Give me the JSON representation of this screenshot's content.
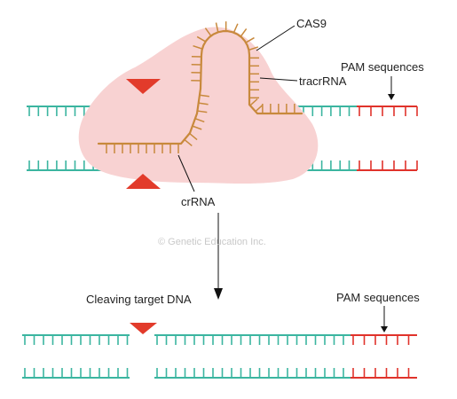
{
  "labels": {
    "cas9": "CAS9",
    "tracr_rna": "tracrRNA",
    "pam_top": "PAM sequences",
    "cr_rna": "crRNA",
    "cleaving": "Cleaving target DNA",
    "pam_bottom": "PAM sequences"
  },
  "watermark": "© Genetic Education Inc.",
  "colors": {
    "dna_strand": "#3bb5a0",
    "pam": "#e0332b",
    "rna": "#c8893c",
    "cas9_blob": "#f8d2d2",
    "marker": "#e23b2b",
    "arrow": "#111111"
  }
}
